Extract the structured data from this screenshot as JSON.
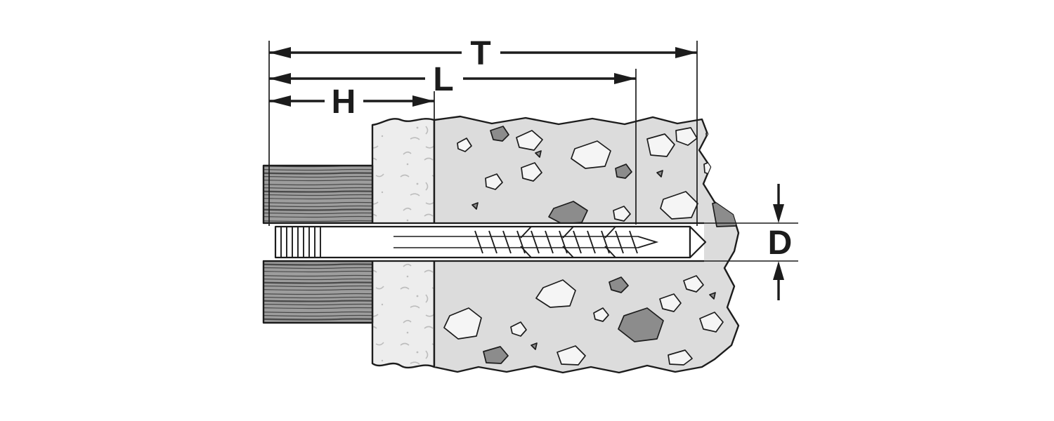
{
  "diagram": {
    "dimension_labels": {
      "T": "T",
      "L": "L",
      "H": "H",
      "D": "D"
    },
    "colors": {
      "line": "#1c1c1c",
      "background": "#ffffff",
      "wood_fill": "#9d9d9d",
      "wood_grain": "#4a4a4a",
      "plaster_fill": "#ededed",
      "plaster_mark": "#bdbdbd",
      "concrete_fill": "#dcdcdc",
      "aggregate_light": "#f5f5f5",
      "aggregate_dark": "#8c8c8c",
      "dowel_fill": "#ffffff"
    }
  }
}
